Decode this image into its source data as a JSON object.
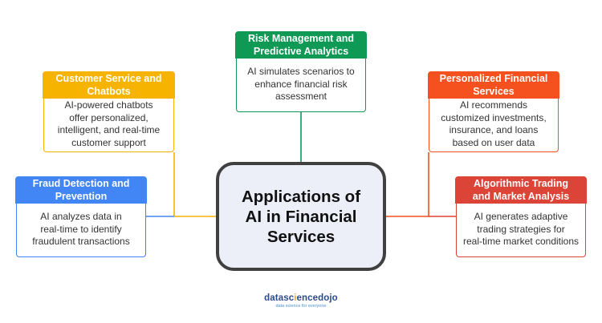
{
  "center": {
    "title": "Applications of\nAI in Financial\nServices"
  },
  "nodes": {
    "risk": {
      "title": "Risk Management and\nPredictive Analytics",
      "text": "AI simulates scenarios to\nenhance financial risk\nassessment",
      "color": "#0e9a55"
    },
    "customer": {
      "title": "Customer Service and\nChatbots",
      "text": "AI-powered chatbots\noffer personalized,\nintelligent, and real-time\ncustomer support",
      "color": "#f6b400"
    },
    "personalized": {
      "title": "Personalized Financial\nServices",
      "text": "AI recommends\ncustomized investments,\ninsurance, and loans\nbased on user data",
      "color": "#f4511e"
    },
    "fraud": {
      "title": "Fraud Detection and\nPrevention",
      "text": "AI analyzes data in\nreal-time to identify\nfraudulent transactions",
      "color": "#4285f4"
    },
    "trading": {
      "title": "Algorithmic Trading\nand Market Analysis",
      "text": "AI generates adaptive\ntrading strategies for\nreal-time market conditions",
      "color": "#db4437"
    }
  },
  "logo": {
    "part1": "data",
    "part2": "sc",
    "part3": "i",
    "part4": "ence",
    "part5": "dojo",
    "tagline": "data science for everyone",
    "color_dark": "#2b4b8c",
    "color_orange": "#f5a623"
  }
}
